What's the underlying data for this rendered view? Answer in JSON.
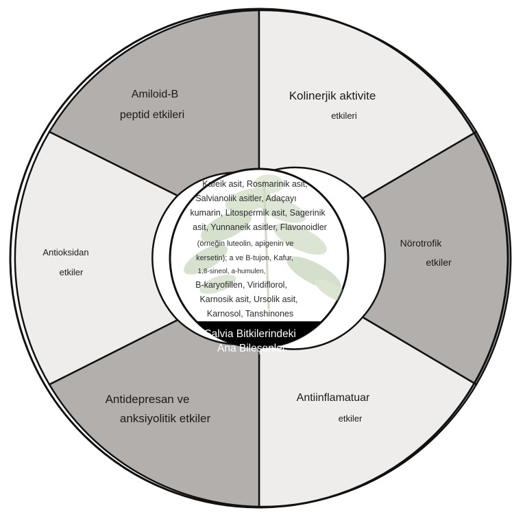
{
  "title": {
    "line1": "Salvia Bitkilerindeki",
    "line2": "Ana Bileşenler"
  },
  "compounds": [
    "Kafeik asit, Rosmarinik asit,",
    "Salvianolik asitler, Adaçayı",
    "kumarin, Litospermik asit, Sagerinik",
    "asit, Yunnaneik asitler, Flavonoidler",
    "(örneğin luteolin, apigenin ve",
    "kersetin); a ve B-tujon, Kafur,",
    "1,8-sineol, a-humulen,",
    "B-karyofillen, Viridiflorol,",
    "Karnosik asit, Ursolik asit,",
    "Karnosol, Tanshinones"
  ],
  "segments": [
    {
      "line1": "Amiloid-B",
      "line2": "peptid etkileri",
      "fill": "#b2afac"
    },
    {
      "line1": "Kolinerjik aktivite",
      "line2": "etkileri",
      "fill": "#efedeb"
    },
    {
      "line1": "Nörotrofik",
      "line2": "etkiler",
      "fill": "#b2afac"
    },
    {
      "line1": "Antiinflamatuar",
      "line2": "etkiler",
      "fill": "#efedeb"
    },
    {
      "line1": "Antidepresan ve",
      "line2": "anksiyolitik etkiler",
      "fill": "#b2afac"
    },
    {
      "line1": "Antioksidan",
      "line2": "etkiler",
      "fill": "#efedeb"
    }
  ],
  "colors": {
    "outline": "#111111",
    "center_fill": "#ffffff",
    "base_fill": "#000000",
    "plant": "#b7c9a8"
  }
}
